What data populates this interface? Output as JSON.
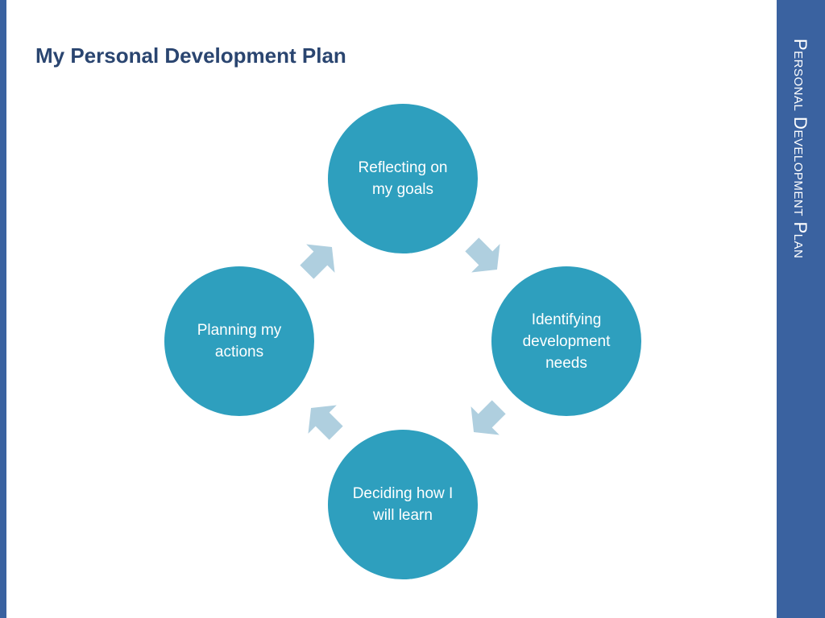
{
  "slide": {
    "title": "My Personal Development Plan",
    "side_title": "Personal Development Plan"
  },
  "diagram": {
    "nodes": [
      {
        "id": "reflecting",
        "label": "Reflecting on my goals"
      },
      {
        "id": "identifying",
        "label": "Identifying development needs"
      },
      {
        "id": "deciding",
        "label": "Deciding how I will learn"
      },
      {
        "id": "planning",
        "label": "Planning my actions"
      }
    ],
    "edges": [
      {
        "from": "reflecting",
        "to": "identifying"
      },
      {
        "from": "identifying",
        "to": "deciding"
      },
      {
        "from": "deciding",
        "to": "planning"
      },
      {
        "from": "planning",
        "to": "reflecting"
      }
    ]
  },
  "colors": {
    "accent_bar": "#3A62A0",
    "title_text": "#2A4570",
    "node_fill": "#2E9FBE",
    "arrow_fill": "#AFCFDF"
  }
}
